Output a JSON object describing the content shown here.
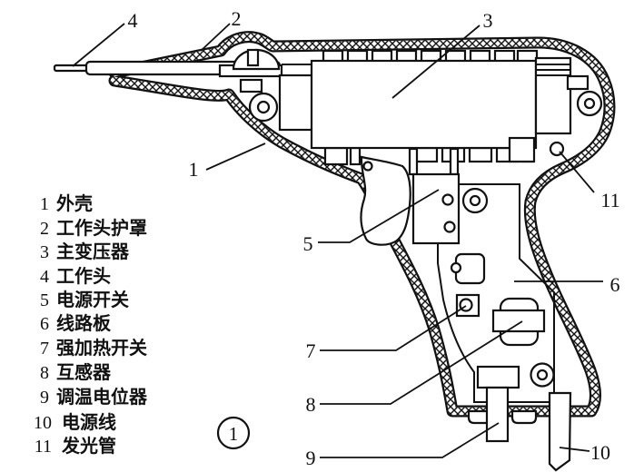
{
  "colors": {
    "ink": "#111111",
    "background": "#ffffff"
  },
  "figure_badge": {
    "number": "1"
  },
  "legend": {
    "items": [
      {
        "num": "1",
        "label": "外壳"
      },
      {
        "num": "2",
        "label": "工作头护罩"
      },
      {
        "num": "3",
        "label": "主变压器"
      },
      {
        "num": "4",
        "label": "工作头"
      },
      {
        "num": "5",
        "label": "电源开关"
      },
      {
        "num": "6",
        "label": "线路板"
      },
      {
        "num": "7",
        "label": "强加热开关"
      },
      {
        "num": "8",
        "label": "互感器"
      },
      {
        "num": "9",
        "label": "调温电位器"
      },
      {
        "num": "10",
        "label": "电源线"
      },
      {
        "num": "11",
        "label": "发光管"
      }
    ]
  }
}
